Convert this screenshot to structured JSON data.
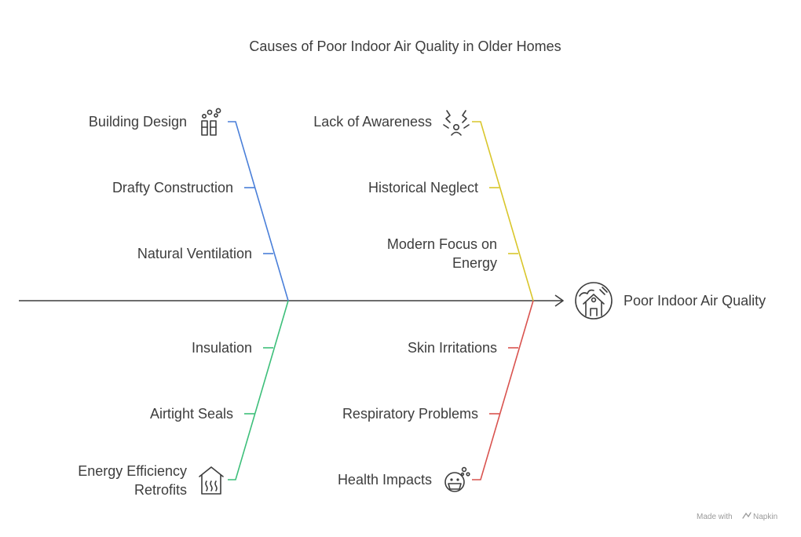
{
  "title": "Causes of Poor Indoor Air Quality in Older Homes",
  "effect": {
    "label": "Poor Indoor Air Quality",
    "icon": "house-air-quality-icon"
  },
  "branches": {
    "building_design": {
      "label": "Building Design",
      "icon": "factory-smoke-icon",
      "color": "#4A7FD9",
      "causes": [
        "Drafty Construction",
        "Natural Ventilation"
      ]
    },
    "lack_of_awareness": {
      "label": "Lack of Awareness",
      "icon": "confused-person-icon",
      "color": "#D9C62B",
      "causes": [
        "Historical Neglect",
        "Modern Focus on",
        "Energy"
      ]
    },
    "energy_efficiency": {
      "label_line1": "Energy Efficiency",
      "label_line2": "Retrofits",
      "icon": "heated-house-icon",
      "color": "#3DBF7A",
      "causes": [
        "Insulation",
        "Airtight Seals"
      ]
    },
    "health_impacts": {
      "label": "Health Impacts",
      "icon": "masked-face-icon",
      "color": "#D9534F",
      "causes": [
        "Skin Irritations",
        "Respiratory Problems"
      ]
    }
  },
  "spine_color": "#3d3d3d",
  "watermark": {
    "prefix": "Made with",
    "brand": "Napkin"
  }
}
